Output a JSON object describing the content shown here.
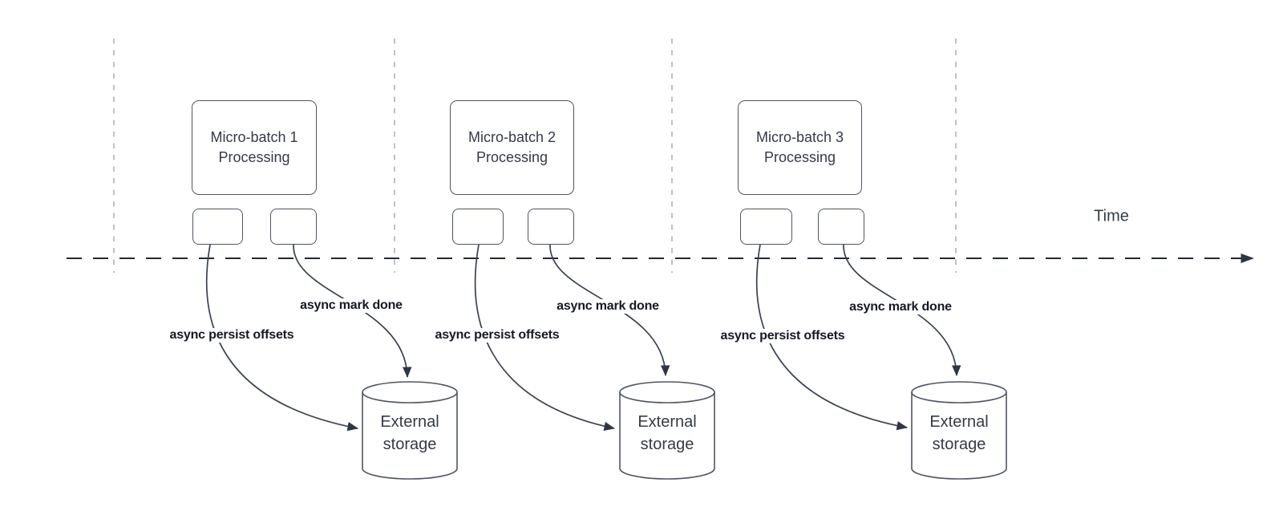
{
  "diagram": {
    "time_label": "Time",
    "groups": [
      {
        "processing_label": [
          "Micro-batch 1",
          "Processing"
        ],
        "persist_label": "async persist offsets",
        "mark_done_label": "async mark done",
        "storage_label": [
          "External",
          "storage"
        ]
      },
      {
        "processing_label": [
          "Micro-batch 2",
          "Processing"
        ],
        "persist_label": "async persist offsets",
        "mark_done_label": "async mark done",
        "storage_label": [
          "External",
          "storage"
        ]
      },
      {
        "processing_label": [
          "Micro-batch 3",
          "Processing"
        ],
        "persist_label": "async persist offsets",
        "mark_done_label": "async mark done",
        "storage_label": [
          "External",
          "storage"
        ]
      }
    ]
  },
  "colors": {
    "line": "#232834",
    "curve": "#3a4150",
    "muted_line": "#a9abb0",
    "shape_border": "#4f5662",
    "shape_text": "#343b47",
    "label_text": "#161923",
    "bg": "#ffffff"
  }
}
